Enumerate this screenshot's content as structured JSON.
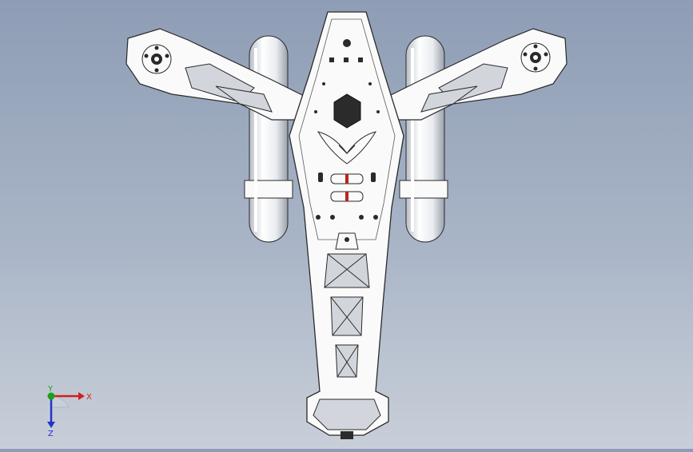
{
  "viewport": {
    "background_top": "#8e9db5",
    "background_bottom": "#c9cfd9",
    "part_fill": "#fafafa",
    "part_stroke": "#2a2a2a",
    "shade_fill": "#d2d6dc",
    "hub_fill": "#2b2b2b",
    "marker_red": "#b3261e"
  },
  "triad": {
    "x_label": "X",
    "y_label": "Y",
    "z_label": "Z",
    "x_color": "#d21f1f",
    "y_color": "#1aa11a",
    "z_color": "#2233cc"
  }
}
